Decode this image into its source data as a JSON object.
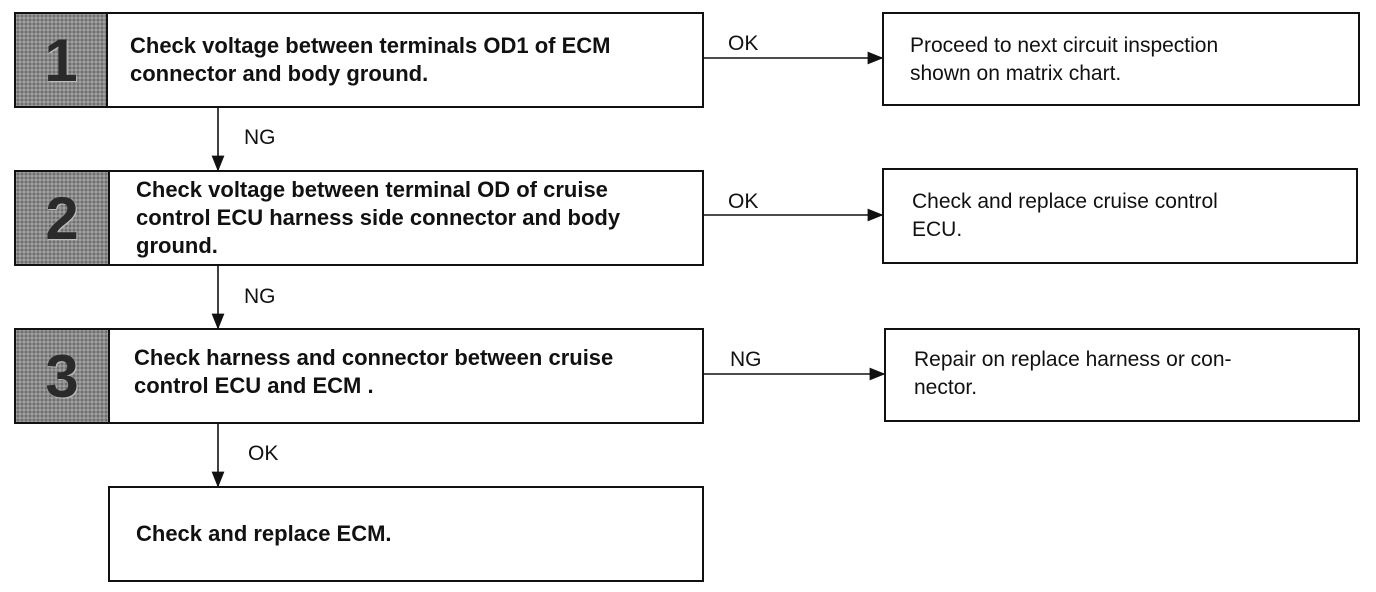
{
  "steps": [
    {
      "number": "1",
      "text": "Check voltage between terminals OD1 of ECM\nconnector and body ground."
    },
    {
      "number": "2",
      "text": "Check voltage between terminal OD of cruise\ncontrol ECU harness side connector and body\nground."
    },
    {
      "number": "3",
      "text": "Check harness and connector between cruise\ncontrol ECU and ECM ."
    }
  ],
  "results": [
    {
      "text": "Proceed to next circuit inspection\nshown on matrix chart."
    },
    {
      "text": "Check and replace cruise control\nECU."
    },
    {
      "text": "Repair on replace harness or con-\nnector."
    }
  ],
  "final": {
    "text": "Check and replace ECM."
  },
  "branch_labels": {
    "step1_right": "OK",
    "step1_down": "NG",
    "step2_right": "OK",
    "step2_down": "NG",
    "step3_right": "NG",
    "step3_down": "OK"
  }
}
